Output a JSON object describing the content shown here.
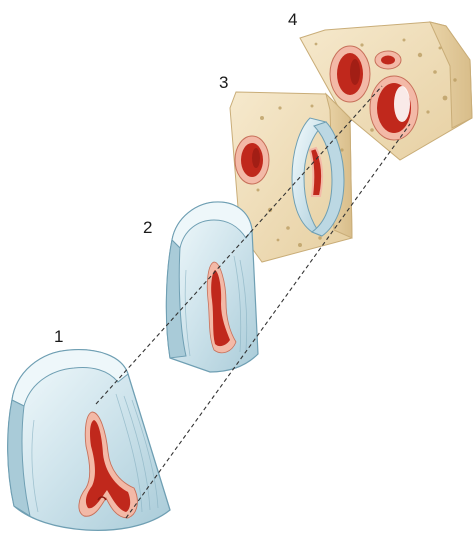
{
  "labels": {
    "stage1": "1",
    "stage2": "2",
    "stage3": "3",
    "stage4": "4"
  },
  "colors": {
    "bone": "#efdcb6",
    "bone_dark": "#d9c08f",
    "bone_pore": "#b89a5e",
    "cartilage": "#cfe4ec",
    "cartilage_edge": "#6f9fb3",
    "cartilage_light": "#eef7fa",
    "lumen": "#c0281c",
    "lumen_dark": "#8e1810",
    "ring": "#f3b9a7",
    "dash": "#333333"
  }
}
